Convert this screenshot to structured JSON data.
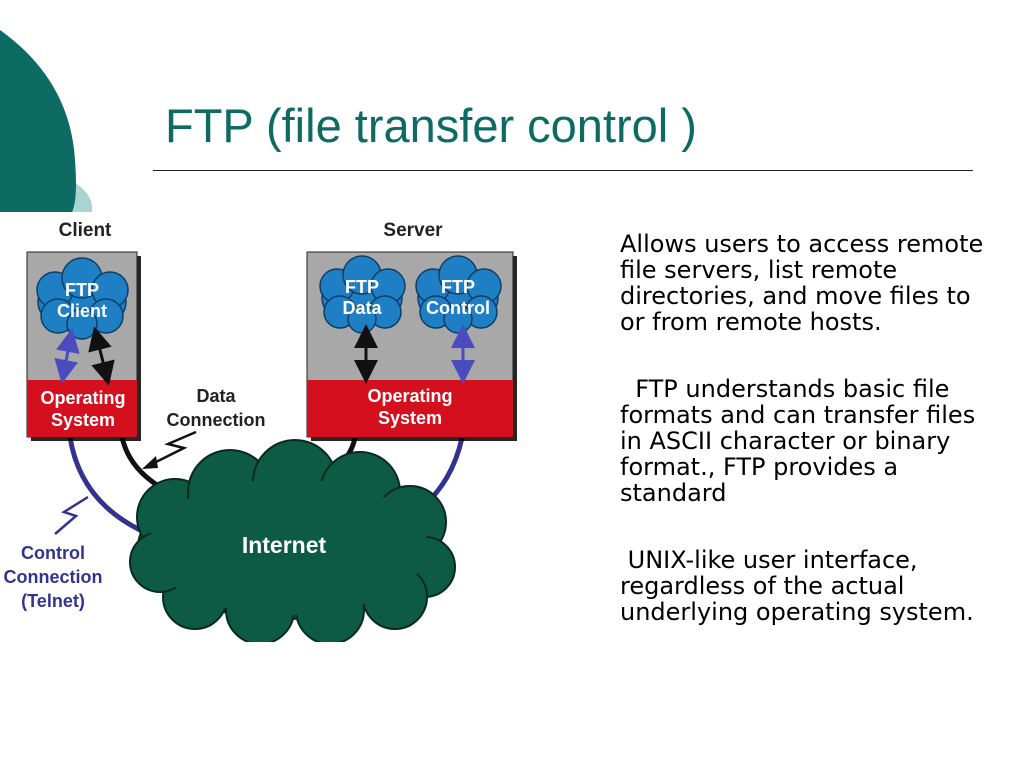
{
  "slide": {
    "title": "FTP (file transfer control )",
    "paragraphs": [
      "Allows users to access remote file servers, list remote directories, and move files to or from remote hosts.",
      "  FTP understands basic file formats and can transfer files in ASCII character or binary format., FTP provides a standard",
      " UNIX-like user interface, regardless of the actual underlying operating system."
    ]
  },
  "diagram": {
    "client_label": "Client",
    "server_label": "Server",
    "ftp_client_line1": "FTP",
    "ftp_client_line2": "Client",
    "ftp_data_line1": "FTP",
    "ftp_data_line2": "Data",
    "ftp_control_line1": "FTP",
    "ftp_control_line2": "Control",
    "os_line1": "Operating",
    "os_line2": "System",
    "data_conn_line1": "Data",
    "data_conn_line2": "Connection",
    "control_conn_line1": "Control",
    "control_conn_line2": "Connection",
    "control_conn_line3": "(Telnet)",
    "internet_label": "Internet"
  },
  "colors": {
    "title": "#0e6b63",
    "deco_dark": "#0e6b63",
    "deco_light": "#a9d4d1",
    "cloud_blue": "#1f7fc4",
    "os_red": "#d5101e",
    "internet_green": "#0e5b44",
    "control_blue": "#33338f"
  }
}
